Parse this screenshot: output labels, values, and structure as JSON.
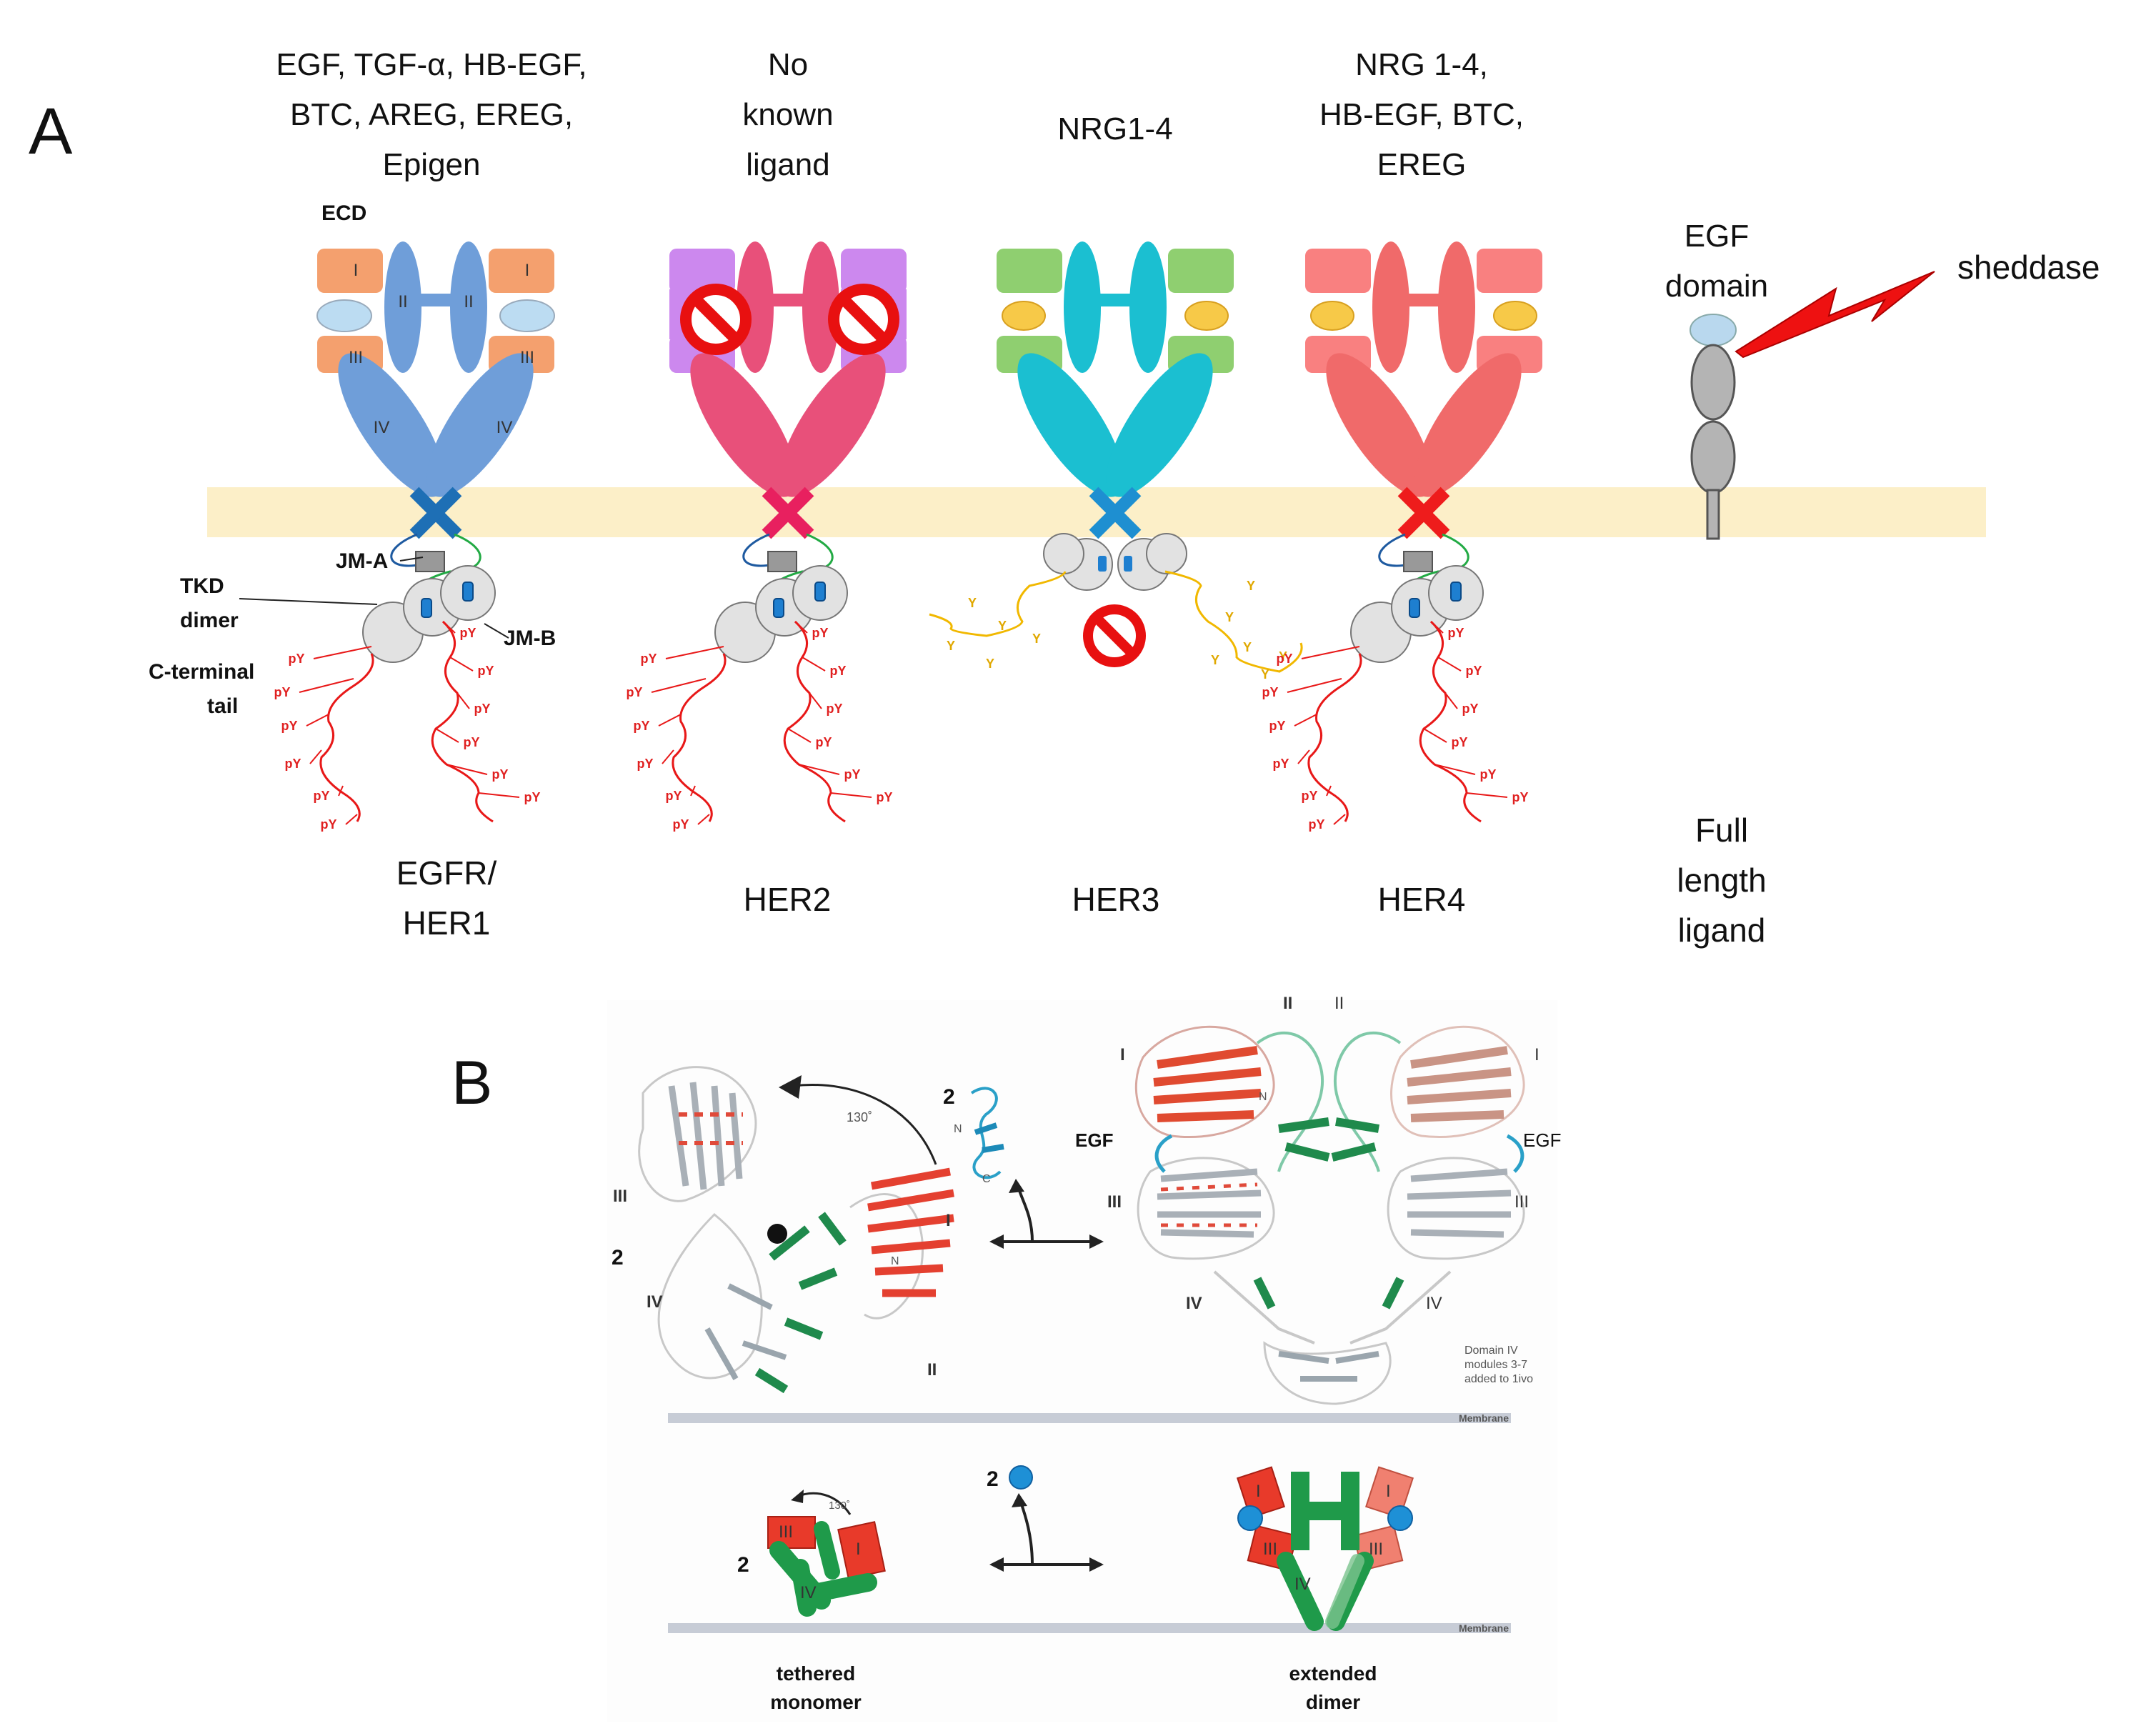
{
  "panel_a": {
    "letter": "A",
    "receptors": [
      {
        "ligands": [
          "EGF, TGF-α, HB-EGF,",
          "BTC, AREG, EREG,",
          "Epigen"
        ],
        "name": [
          "EGFR/",
          "HER1"
        ],
        "colors": {
          "main": "#6f9ed9",
          "side": "#f4a06e",
          "x": "#1e6fb5"
        }
      },
      {
        "ligands": [
          "No",
          "known",
          "ligand"
        ],
        "name": [
          "HER2"
        ],
        "colors": {
          "main": "#e8507a",
          "side": "#cc88ee",
          "x": "#e8205f"
        }
      },
      {
        "ligands": [
          "NRG1-4"
        ],
        "name": [
          "HER3"
        ],
        "colors": {
          "main": "#1bbfd1",
          "side": "#8fcf70",
          "x": "#1e8fd1"
        }
      },
      {
        "ligands": [
          "NRG 1-4,",
          "HB-EGF, BTC,",
          "EREG"
        ],
        "name": [
          "HER4"
        ],
        "colors": {
          "main": "#f06a6a",
          "side": "#f98080",
          "x": "#ee1c1c"
        }
      }
    ],
    "labels": {
      "ecd": "ECD",
      "jm_a": "JM-A",
      "jm_b": "JM-B",
      "tkd": [
        "TKD",
        "dimer"
      ],
      "ctail": [
        "C-terminal",
        "tail"
      ],
      "egf_domain": [
        "EGF",
        "domain"
      ],
      "sheddase": "sheddase",
      "full_length": [
        "Full",
        "length",
        "ligand"
      ]
    },
    "domains": {
      "d1": "I",
      "d2": "II",
      "d3": "III",
      "d4": "IV"
    },
    "py": "pY",
    "y": "Y"
  },
  "panel_b": {
    "letter": "B",
    "top_left": {
      "count": "2",
      "angle": "130˚",
      "roman": {
        "d1": "I",
        "d2": "II",
        "d3": "III",
        "d4": "IV"
      },
      "n": "N"
    },
    "egf_count": "2",
    "egf_ends": {
      "n": "N",
      "c": "C"
    },
    "top_right": {
      "egf_left": "EGF",
      "egf_right": "EGF",
      "roman": {
        "d1": "I",
        "d2": "II",
        "d3": "III",
        "d4": "IV"
      },
      "note": [
        "Domain IV",
        "modules 3-7",
        "added to 1ivo"
      ],
      "n": "N"
    },
    "membrane": "Membrane",
    "bottom": {
      "count_left": "2",
      "count_mid": "2",
      "angle": "130˚",
      "roman": {
        "d1": "I",
        "d3": "III",
        "d4": "IV"
      }
    },
    "captions": {
      "left": [
        "tethered",
        "monomer"
      ],
      "right": [
        "extended",
        "dimer"
      ]
    }
  }
}
